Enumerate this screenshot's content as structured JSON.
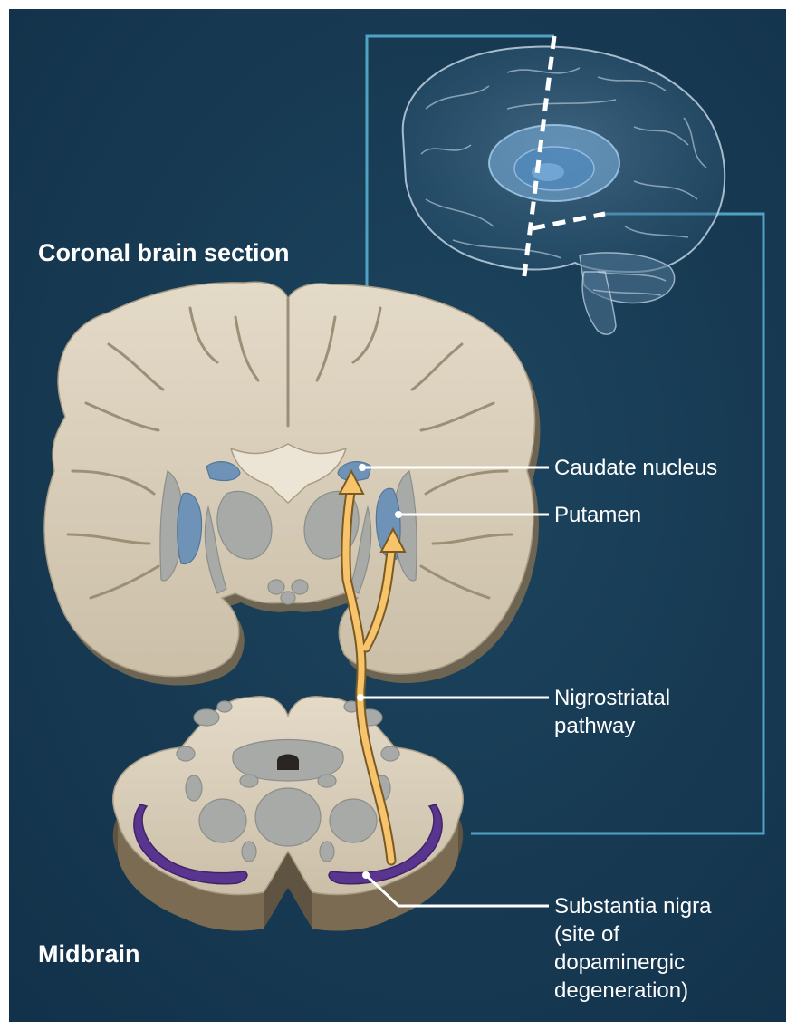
{
  "headings": {
    "coronal": "Coronal brain section",
    "midbrain": "Midbrain"
  },
  "labels": {
    "caudate": "Caudate nucleus",
    "putamen": "Putamen",
    "nigrostriatal_line1": "Nigrostriatal",
    "nigrostriatal_line2": "pathway",
    "substantia_line1": "Substantia nigra",
    "substantia_line2": "(site of",
    "substantia_line3": "dopaminergic",
    "substantia_line4": "degeneration)"
  },
  "colors": {
    "background": "#173a52",
    "tissue": "#d8ccb8",
    "tissue_shadow": "#6e6452",
    "gray_matter": "#a7aaa7",
    "nucleus_blue": "#6f93b7",
    "substantia_purple": "#5a3590",
    "pathway": "#f7c46b",
    "connector": "#4fa2c4",
    "leader": "#ffffff"
  }
}
